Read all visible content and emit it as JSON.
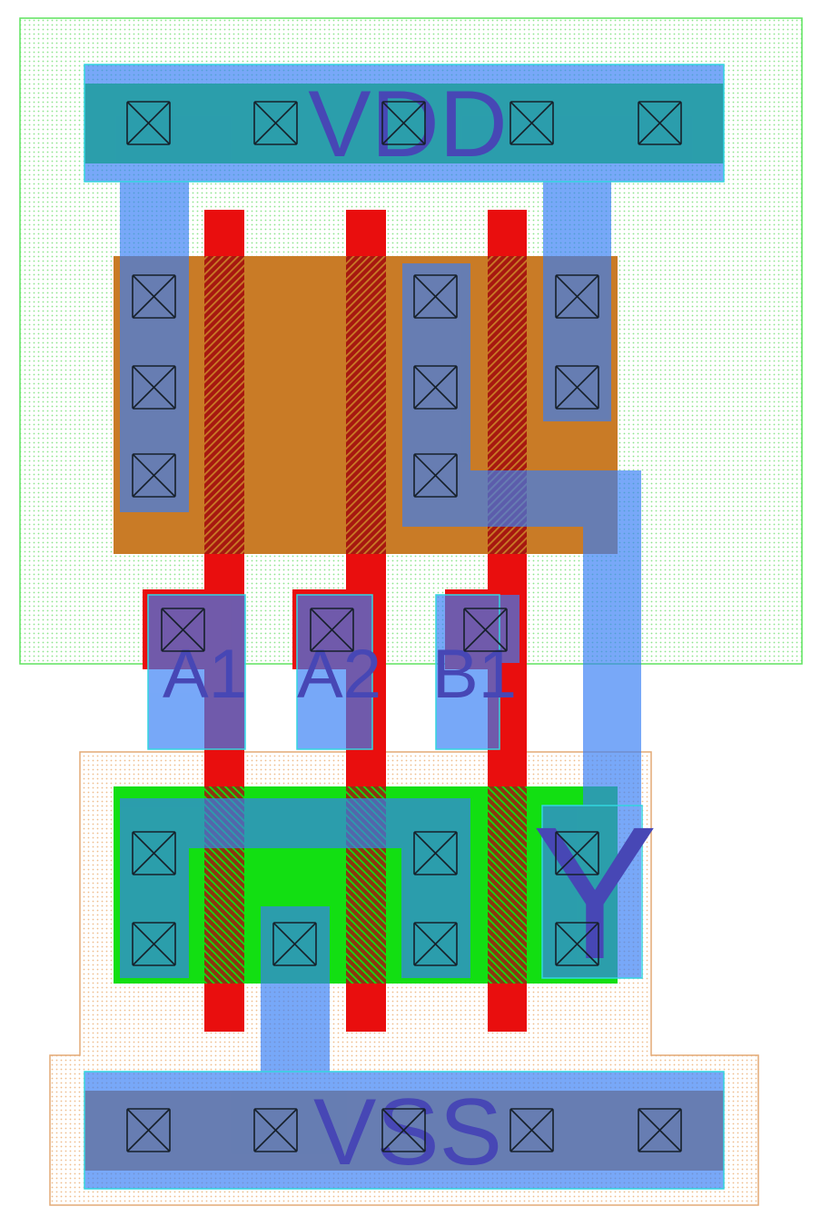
{
  "cell": {
    "labels": {
      "vdd": "VDD",
      "vss": "VSS",
      "a1": "A1",
      "a2": "A2",
      "b1": "B1",
      "y": "Y"
    }
  },
  "layers": {
    "nwell": {
      "name": "N-well",
      "color": "#5fe35f"
    },
    "pwell": {
      "name": "P-well",
      "color": "#e3aa77"
    },
    "pactive": {
      "name": "P-diffusion",
      "color": "#c97b26"
    },
    "nactive": {
      "name": "N-diffusion",
      "color": "#12df12"
    },
    "poly": {
      "name": "Polysilicon",
      "color": "#e90e0e"
    },
    "metal1": {
      "name": "Metal1",
      "color": "#387ff5"
    },
    "pin": {
      "name": "Pin",
      "color": "#33d6e0"
    },
    "contact": {
      "name": "Contact",
      "color": "#16202a"
    },
    "label": {
      "name": "Label",
      "color": "#4747b5"
    }
  }
}
